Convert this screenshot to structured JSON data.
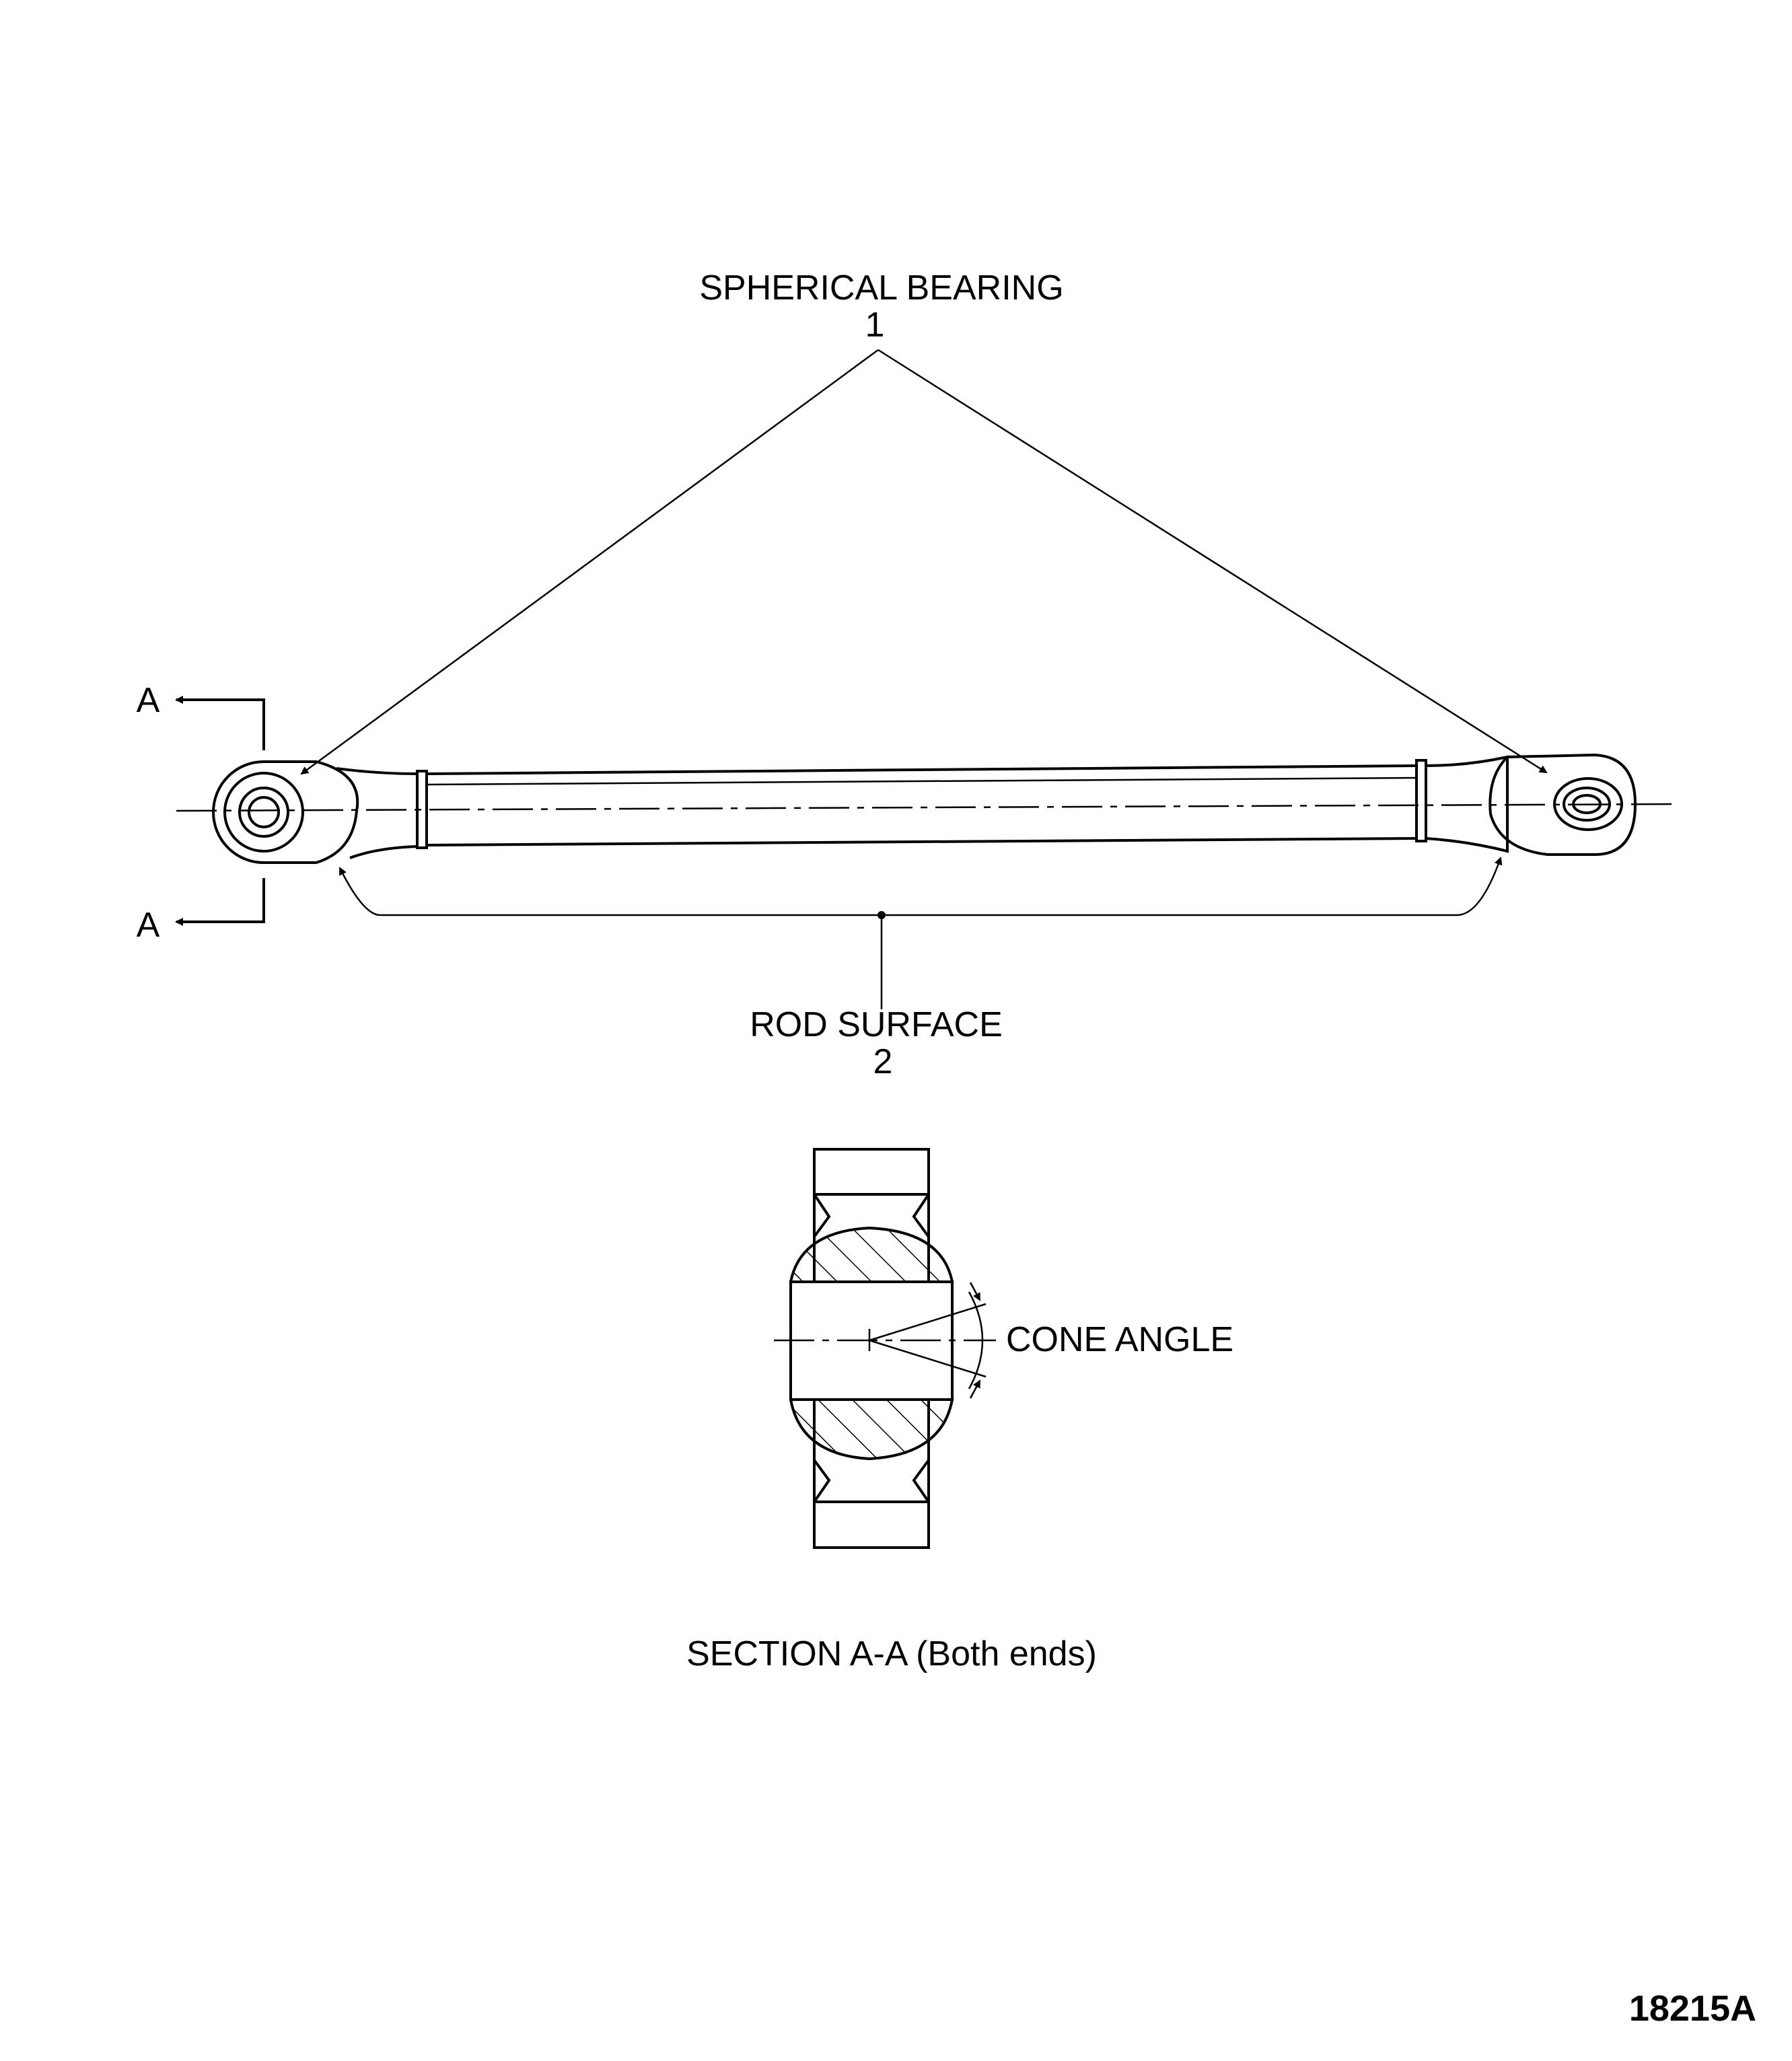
{
  "callouts": {
    "bearing": {
      "label": "SPHERICAL BEARING",
      "number": "1"
    },
    "rod": {
      "label": "ROD SURFACE",
      "number": "2"
    },
    "cone_angle": {
      "label": "CONE ANGLE"
    }
  },
  "section": {
    "marker_letter_top": "A",
    "marker_letter_bottom": "A",
    "caption": "SECTION A-A (Both ends)"
  },
  "figure_number": "18215A"
}
